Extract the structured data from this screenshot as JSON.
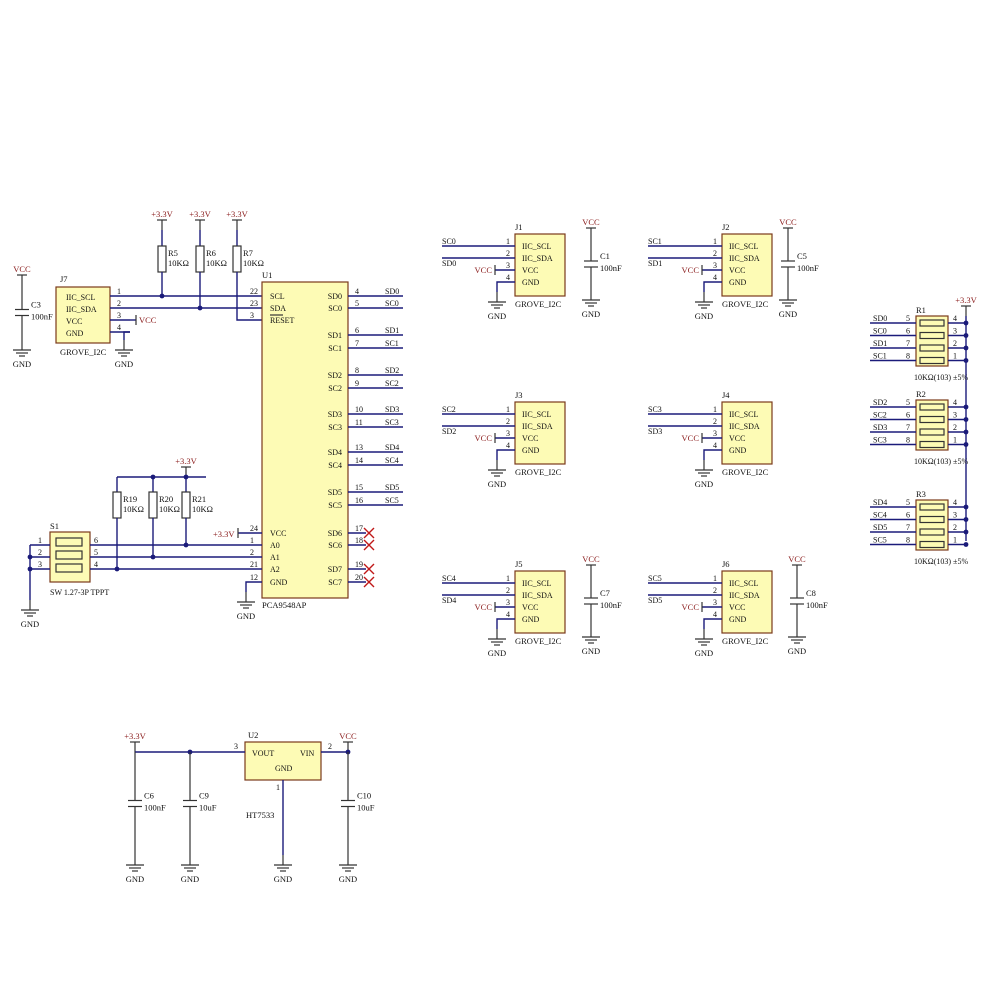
{
  "colors": {
    "ic_fill": "#fdfbb5",
    "wire": "#1b1b7a",
    "power_label": "#8a1b1b"
  },
  "power": {
    "p33": "+3.3V",
    "vcc": "VCC",
    "gnd": "GND"
  },
  "j7": {
    "ref": "J7",
    "name": "GROVE_I2C",
    "pins": [
      "IIC_SCL",
      "IIC_SDA",
      "VCC",
      "GND"
    ],
    "nums": [
      "1",
      "2",
      "3",
      "4"
    ]
  },
  "c3": {
    "ref": "C3",
    "val": "100nF"
  },
  "r5": {
    "ref": "R5",
    "val": "10KΩ"
  },
  "r6": {
    "ref": "R6",
    "val": "10KΩ"
  },
  "r7": {
    "ref": "R7",
    "val": "10KΩ"
  },
  "u1": {
    "ref": "U1",
    "name": "PCA9548AP",
    "left_pins": [
      {
        "name": "SCL",
        "num": "22"
      },
      {
        "name": "SDA",
        "num": "23"
      },
      {
        "name": "RESET",
        "num": "3"
      },
      {
        "name": "VCC",
        "num": "24"
      },
      {
        "name": "A0",
        "num": "1"
      },
      {
        "name": "A1",
        "num": "2"
      },
      {
        "name": "A2",
        "num": "21"
      },
      {
        "name": "GND",
        "num": "12"
      }
    ],
    "right_pins": [
      {
        "name": "SD0",
        "num": "4",
        "net": "SD0"
      },
      {
        "name": "SC0",
        "num": "5",
        "net": "SC0"
      },
      {
        "name": "SD1",
        "num": "6",
        "net": "SD1"
      },
      {
        "name": "SC1",
        "num": "7",
        "net": "SC1"
      },
      {
        "name": "SD2",
        "num": "8",
        "net": "SD2"
      },
      {
        "name": "SC2",
        "num": "9",
        "net": "SC2"
      },
      {
        "name": "SD3",
        "num": "10",
        "net": "SD3"
      },
      {
        "name": "SC3",
        "num": "11",
        "net": "SC3"
      },
      {
        "name": "SD4",
        "num": "13",
        "net": "SD4"
      },
      {
        "name": "SC4",
        "num": "14",
        "net": "SC4"
      },
      {
        "name": "SD5",
        "num": "15",
        "net": "SD5"
      },
      {
        "name": "SC5",
        "num": "16",
        "net": "SC5"
      },
      {
        "name": "SD6",
        "num": "17",
        "net": ""
      },
      {
        "name": "SC6",
        "num": "18",
        "net": ""
      },
      {
        "name": "SD7",
        "num": "19",
        "net": ""
      },
      {
        "name": "SC7",
        "num": "20",
        "net": ""
      }
    ]
  },
  "s1": {
    "ref": "S1",
    "name": "SW 1.27-3P TPPT",
    "nums_left": [
      "1",
      "2",
      "3"
    ],
    "nums_right": [
      "6",
      "5",
      "4"
    ]
  },
  "r19": {
    "ref": "R19",
    "val": "10KΩ"
  },
  "r20": {
    "ref": "R20",
    "val": "10KΩ"
  },
  "r21": {
    "ref": "R21",
    "val": "10KΩ"
  },
  "grove": [
    {
      "ref": "J1",
      "scl": "SC0",
      "sda": "SD0",
      "cap": {
        "ref": "C1",
        "val": "100nF"
      }
    },
    {
      "ref": "J2",
      "scl": "SC1",
      "sda": "SD1",
      "cap": {
        "ref": "C5",
        "val": "100nF"
      }
    },
    {
      "ref": "J3",
      "scl": "SC2",
      "sda": "SD2",
      "cap": null
    },
    {
      "ref": "J4",
      "scl": "SC3",
      "sda": "SD3",
      "cap": null
    },
    {
      "ref": "J5",
      "scl": "SC4",
      "sda": "SD4",
      "cap": {
        "ref": "C7",
        "val": "100nF"
      }
    },
    {
      "ref": "J6",
      "scl": "SC5",
      "sda": "SD5",
      "cap": {
        "ref": "C8",
        "val": "100nF"
      }
    }
  ],
  "grove_pins": [
    "IIC_SCL",
    "IIC_SDA",
    "VCC",
    "GND"
  ],
  "grove_name": "GROVE_I2C",
  "rarrays": [
    {
      "ref": "R1",
      "val": "10KΩ(103) ±5%",
      "nets": [
        "SD0",
        "SC0",
        "SD1",
        "SC1"
      ],
      "lnums": [
        "5",
        "6",
        "7",
        "8"
      ],
      "rnums": [
        "4",
        "3",
        "2",
        "1"
      ]
    },
    {
      "ref": "R2",
      "val": "10KΩ(103) ±5%",
      "nets": [
        "SD2",
        "SC2",
        "SD3",
        "SC3"
      ],
      "lnums": [
        "5",
        "6",
        "7",
        "8"
      ],
      "rnums": [
        "4",
        "3",
        "2",
        "1"
      ]
    },
    {
      "ref": "R3",
      "val": "10KΩ(103) ±5%",
      "nets": [
        "SD4",
        "SC4",
        "SD5",
        "SC5"
      ],
      "lnums": [
        "5",
        "6",
        "7",
        "8"
      ],
      "rnums": [
        "4",
        "3",
        "2",
        "1"
      ]
    }
  ],
  "u2": {
    "ref": "U2",
    "name": "HT7533",
    "vout": "VOUT",
    "vin": "VIN",
    "gnd": "GND",
    "n_vout": "3",
    "n_vin": "2",
    "n_gnd": "1"
  },
  "c6": {
    "ref": "C6",
    "val": "100nF"
  },
  "c9": {
    "ref": "C9",
    "val": "10uF"
  },
  "c10": {
    "ref": "C10",
    "val": "10uF"
  }
}
